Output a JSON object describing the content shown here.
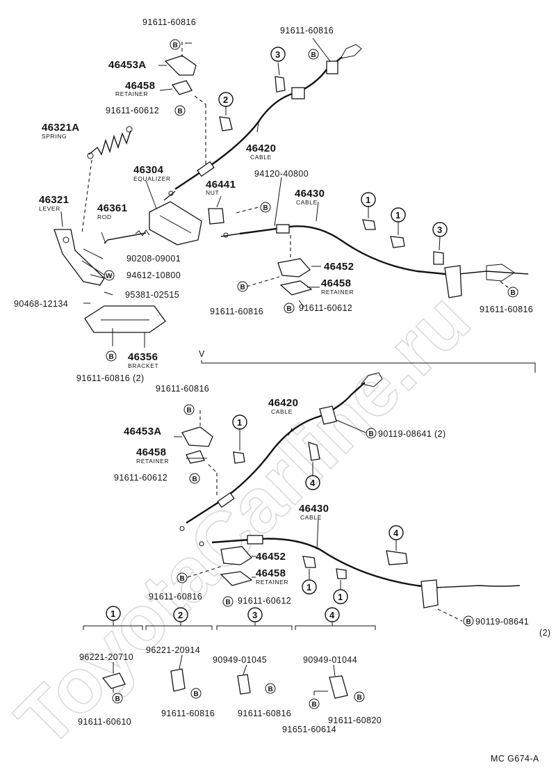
{
  "watermark": "ToyotaCarline.ru",
  "diagram_code": "MC G674-A",
  "section_marker": "V",
  "top": {
    "p_46453A": "46453A",
    "p_46458": "46458",
    "sub_retainer": "RETAINER",
    "p_91611_60612_left": "91611-60612",
    "p_91611_60816_a": "91611-60816",
    "p_91611_60816_b": "91611-60816",
    "p_46321A": "46321A",
    "sub_spring": "SPRING",
    "p_46420": "46420",
    "sub_cable": "CABLE",
    "p_46304": "46304",
    "sub_equalizer": "EQUALIZER",
    "p_46441": "46441",
    "sub_nut": "NUT",
    "p_94120_40800": "94120-40800",
    "p_46430": "46430",
    "sub_cable2": "CABLE",
    "p_46321": "46321",
    "sub_lever": "LEVER",
    "p_46361": "46361",
    "sub_rod": "ROD",
    "p_90208_09001": "90208-09001",
    "p_94612_10800": "94612-10800",
    "p_95381_02515": "95381-02515",
    "p_90468_12134": "90468-12134",
    "p_46452": "46452",
    "p_46458_b": "46458",
    "sub_retainer_b": "RETAINER",
    "p_91611_60816_c": "91611-60816",
    "p_91611_60612_b": "91611-60612",
    "p_91611_60816_d": "91611-60816",
    "p_46356": "46356",
    "sub_bracket": "BRACKET",
    "p_91611_60816_2": "91611-60816 (2)"
  },
  "bottom": {
    "p_91611_60816_e": "91611-60816",
    "p_46453A": "46453A",
    "p_46458": "46458",
    "sub_retainer": "RETAINER",
    "p_91611_60612": "91611-60612",
    "p_46420": "46420",
    "sub_cable": "CABLE",
    "p_90119_08641_a": "90119-08641 (2)",
    "p_46430": "46430",
    "sub_cable2": "CABLE",
    "p_46452": "46452",
    "p_46458_b": "46458",
    "sub_retainer_b": "RETAINER",
    "p_91611_60816_f": "91611-60816",
    "p_91611_60612_b": "91611-60612",
    "p_90119_08641_b": "90119-08641",
    "p_90119_08641_b_qty": "(2)"
  },
  "clamps": {
    "c1_a": "96221-20710",
    "c1_b": "91611-60610",
    "c2_a": "96221-20914",
    "c2_b": "91611-60816",
    "c3_a": "90949-01045",
    "c3_b": "91611-60816",
    "c4_a": "90949-01044",
    "c4_b": "91651-60614",
    "c4_c": "91611-60820"
  },
  "symbols": {
    "n1": "1",
    "n2": "2",
    "n3": "3",
    "n4": "4",
    "bolt": "B",
    "washer": "W"
  }
}
